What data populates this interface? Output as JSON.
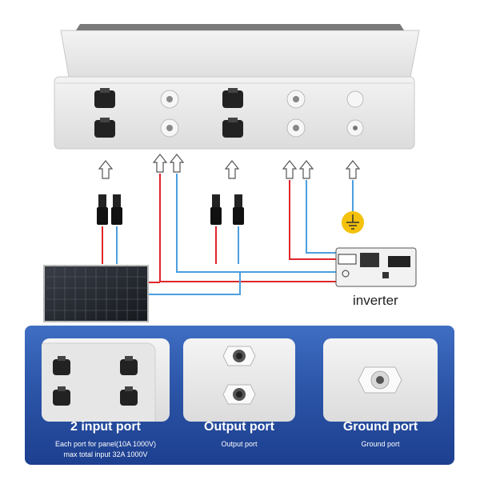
{
  "inverter_label": "inverter",
  "features": [
    {
      "title": "2 input port",
      "subtitle_1": "Each port for panel(10A 1000V)",
      "subtitle_2": "max total input 32A 1000V"
    },
    {
      "title": "Output port",
      "subtitle_1": "Output port"
    },
    {
      "title": "Ground port",
      "subtitle_1": "Ground port"
    }
  ],
  "colors": {
    "positive_wire": "#e0262b",
    "negative_wire": "#4b9fe0",
    "panel_blue": "#2c55a8",
    "ground_symbol": "#f4c20d"
  },
  "icons": [
    "mc4-connector-icon",
    "cable-gland-icon",
    "ground-symbol-icon",
    "up-arrow-icon",
    "solar-panel-icon",
    "inverter-icon"
  ]
}
